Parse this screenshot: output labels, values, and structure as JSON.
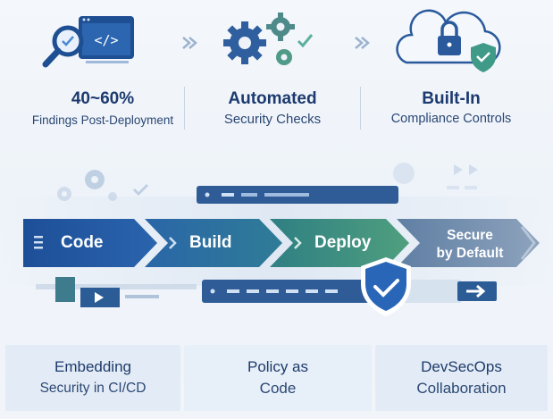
{
  "stats": [
    {
      "title": "40~60%",
      "subtitle": "Findings Post-Deployment"
    },
    {
      "title": "Automated",
      "subtitle": "Security Checks"
    },
    {
      "title": "Built-In",
      "subtitle": "Compliance Controls"
    }
  ],
  "pipeline": {
    "stages": [
      {
        "label": "Code",
        "color": "#1f5aa6"
      },
      {
        "label": "Build",
        "color": "#2a6fa8"
      },
      {
        "label": "Deploy",
        "color": "#3d8f7c"
      },
      {
        "label_line1": "Secure",
        "label_line2": "by Default",
        "color": "#6f86a8"
      }
    ]
  },
  "pillars": [
    {
      "line1": "Embedding",
      "line2": "Security in CI/CD"
    },
    {
      "line1": "Policy as",
      "line2": "Code"
    },
    {
      "line1": "DevSecOps",
      "line2": "Collaboration"
    }
  ],
  "icons": [
    "search-code-icon",
    "gears-check-icon",
    "cloud-lock-shield-icon",
    "shield-check-icon",
    "menu-icon"
  ]
}
